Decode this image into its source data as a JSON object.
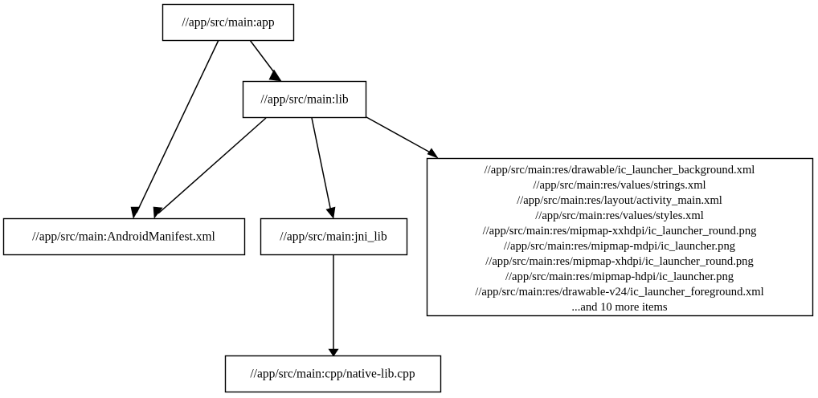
{
  "diagram": {
    "type": "dependency-graph",
    "direction": "top-to-bottom",
    "background": "#ffffff",
    "line_color": "#000000",
    "node_fill": "#ffffff"
  },
  "nodes": {
    "app": {
      "label": "//app/src/main:app"
    },
    "lib": {
      "label": "//app/src/main:lib"
    },
    "manifest": {
      "label": "//app/src/main:AndroidManifest.xml"
    },
    "jni_lib": {
      "label": "//app/src/main:jni_lib"
    },
    "native_lib": {
      "label": "//app/src/main:cpp/native-lib.cpp"
    },
    "resources": {
      "lines": [
        "//app/src/main:res/drawable/ic_launcher_background.xml",
        "//app/src/main:res/values/strings.xml",
        "//app/src/main:res/layout/activity_main.xml",
        "//app/src/main:res/values/styles.xml",
        "//app/src/main:res/mipmap-xxhdpi/ic_launcher_round.png",
        "//app/src/main:res/mipmap-mdpi/ic_launcher.png",
        "//app/src/main:res/mipmap-xhdpi/ic_launcher_round.png",
        "//app/src/main:res/mipmap-hdpi/ic_launcher.png",
        "//app/src/main:res/drawable-v24/ic_launcher_foreground.xml",
        "...and 10 more items"
      ]
    }
  },
  "edges": [
    {
      "from": "app",
      "to": "lib"
    },
    {
      "from": "app",
      "to": "manifest"
    },
    {
      "from": "lib",
      "to": "manifest"
    },
    {
      "from": "lib",
      "to": "jni_lib"
    },
    {
      "from": "lib",
      "to": "resources"
    },
    {
      "from": "jni_lib",
      "to": "native_lib"
    }
  ]
}
